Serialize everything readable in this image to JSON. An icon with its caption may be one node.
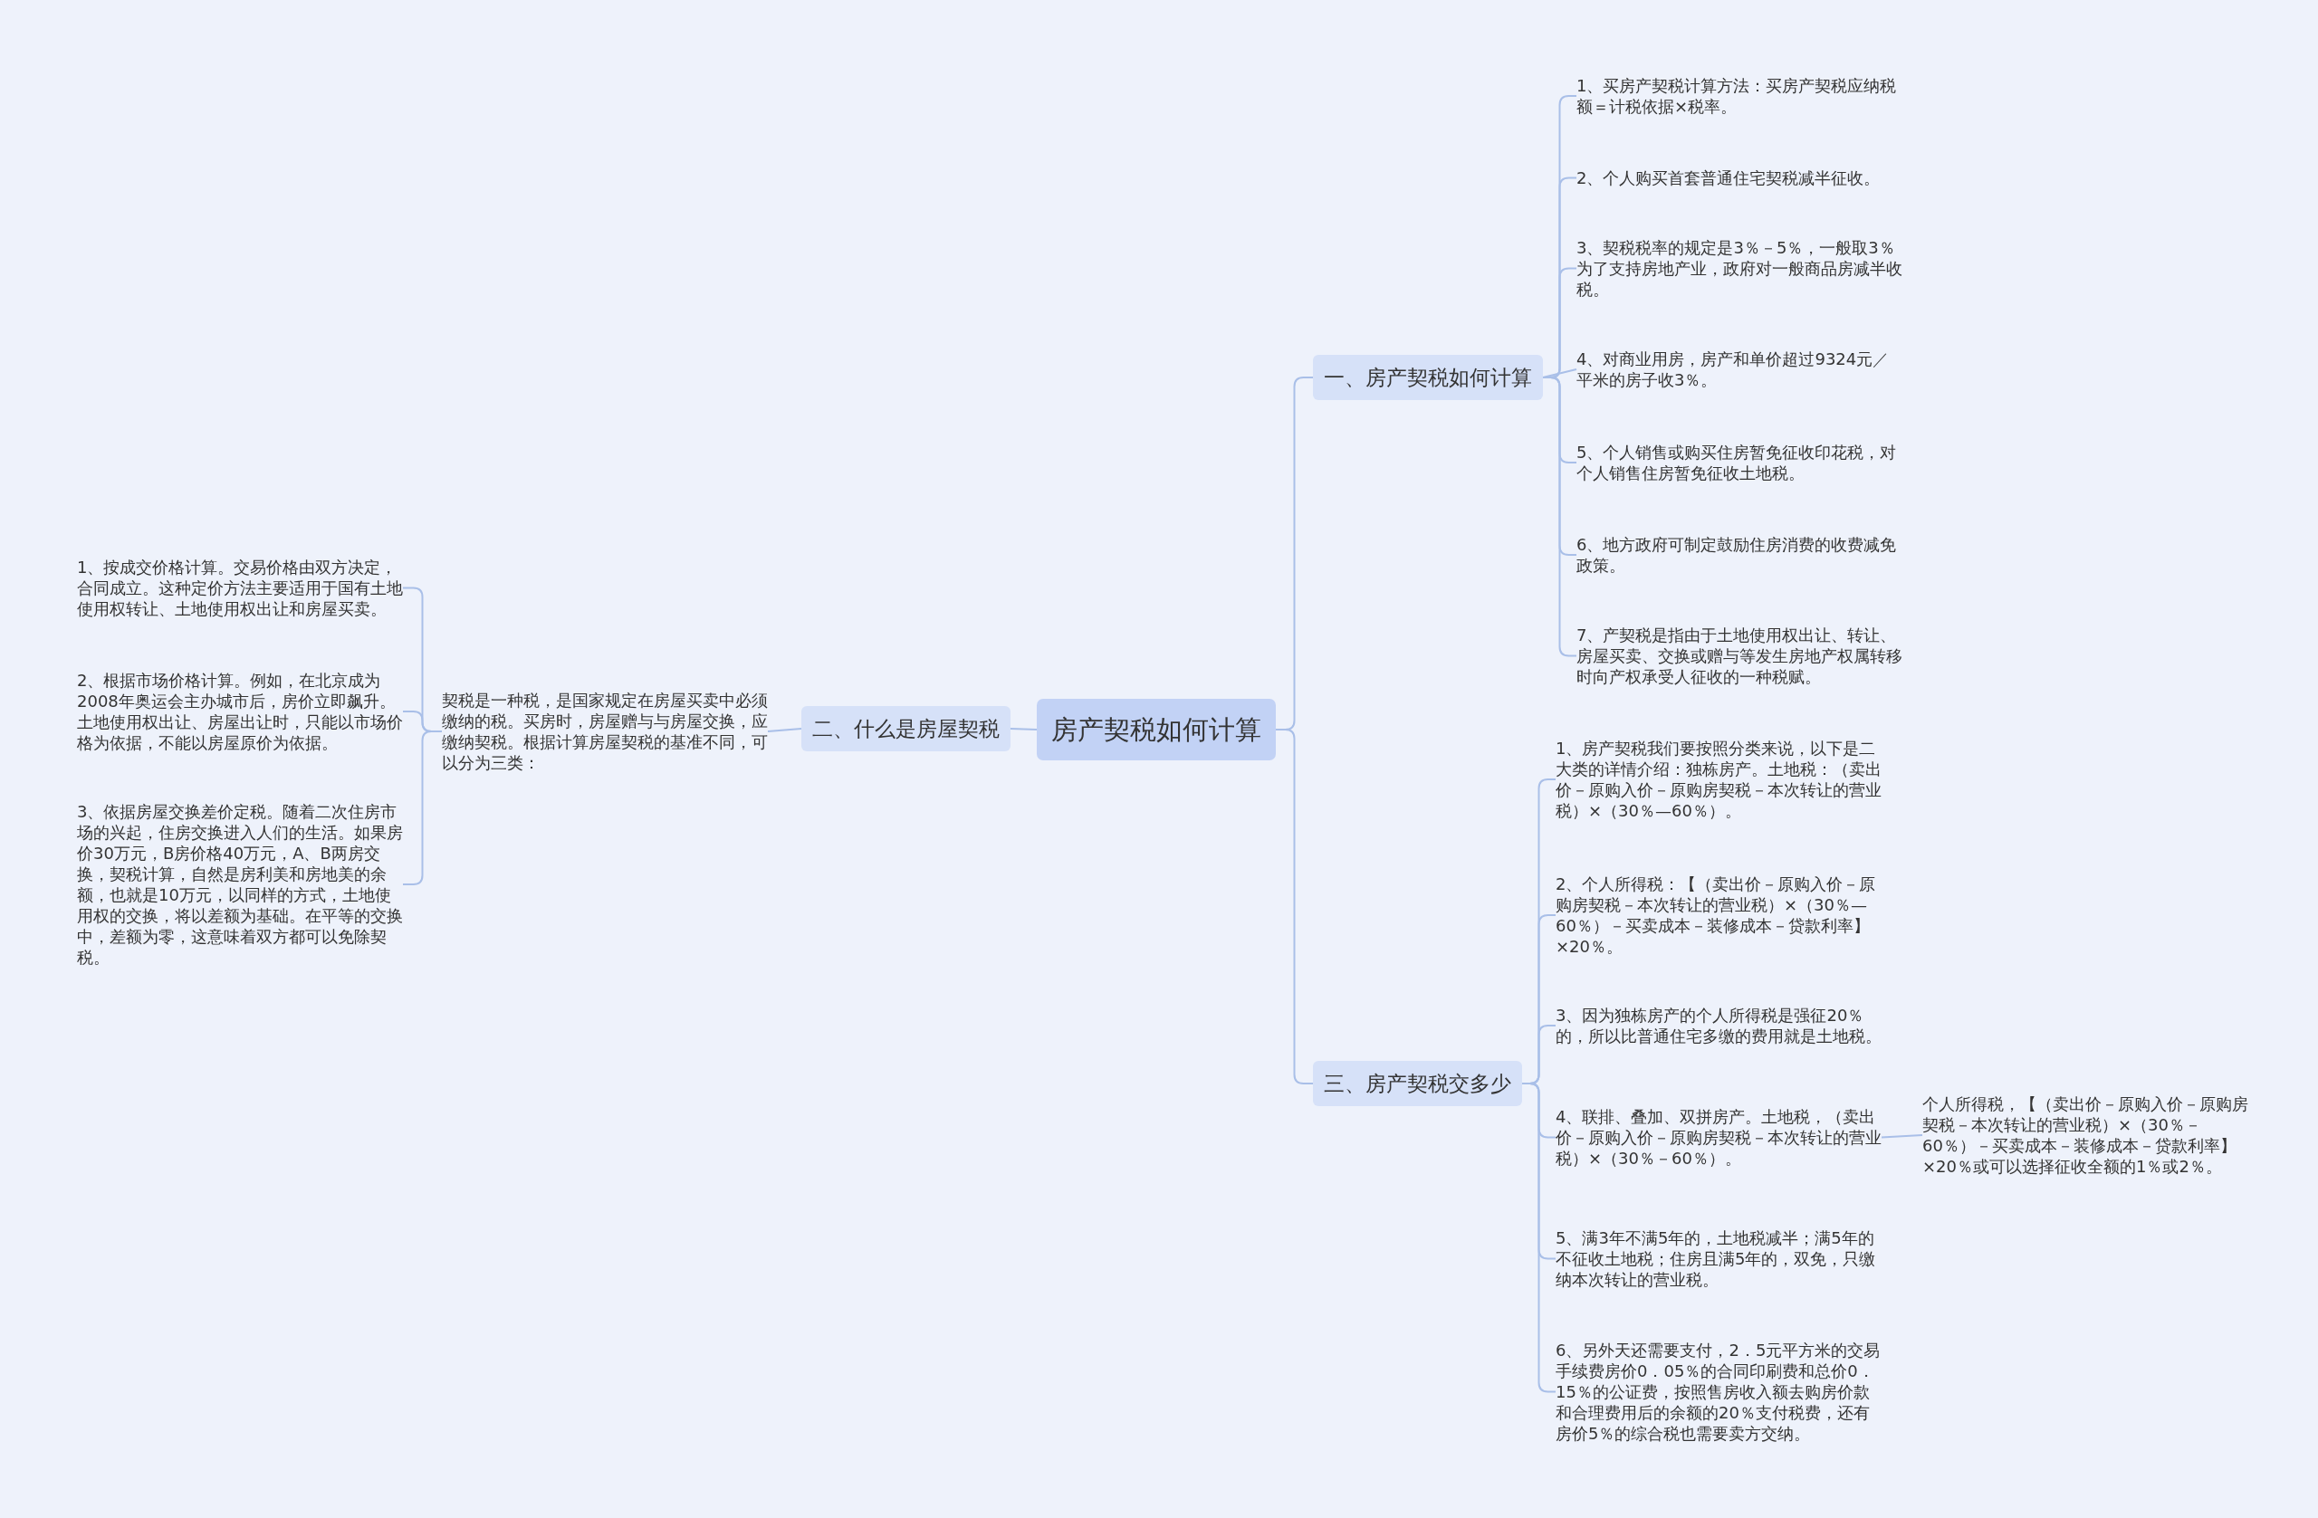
{
  "diagram": {
    "nodes": [
      {
        "text": [
          "房产契税如何计算"
        ]
      },
      {
        "text": [
          "一、房产契税如何计算"
        ]
      },
      {
        "text": [
          "1、买房产契税计算方法：买房产契税应纳税额＝计税依据×税率。"
        ]
      },
      {
        "text": [
          "2、个人购买首套普通住宅契税减半征收。"
        ]
      },
      {
        "text": [
          "3、契税税率的规定是3％－5％，一般取3％为了支持房地产业，政府对一般商品房减半收税。"
        ]
      },
      {
        "text": [
          "4、对商业用房，房产和单价超过9324元／平米的房子收3％。"
        ]
      },
      {
        "text": [
          "5、个人销售或购买住房暂免征收印花税，对个人销售住房暂免征收土地税。"
        ]
      },
      {
        "text": [
          "6、地方政府可制定鼓励住房消费的收费减免政策。"
        ]
      },
      {
        "text": [
          "7、产契税是指由于土地使用权出让、转让、房屋买卖、交换或赠与等发生房地产权属转移时向产权承受人征收的一种税赋。"
        ]
      },
      {
        "text": [
          "二、什么是房屋契税"
        ]
      },
      {
        "text": [
          "契税是一种税，是国家规定在房屋买卖中必须缴纳的税。买房时，房屋赠与与房屋交换，应缴纳契税。根据计算房屋契税的基准不同，可以分为三类："
        ]
      },
      {
        "text": [
          "1、按成交价格计算。交易价格由双方决定，合同成立。这种定价方法主要适用于国有土地使用权转让、土地使用权出让和房屋买卖。"
        ]
      },
      {
        "text": [
          "2、根据市场价格计算。例如，在北京成为2008年奥运会主办城市后，房价立即飙升。土地使用权出让、房屋出让时，只能以市场价格为依据，不能以房屋原价为依据。"
        ]
      },
      {
        "text": [
          "3、依据房屋交换差价定税。随着二次住房市场的兴起，住房交换进入人们的生活。如果房价30万元，B房价格40万元，A、B两房交换，契税计算，自然是房利美和房地美的余额，也就是10万元，以同样的方式，土地使用权的交换，将以差额为基础。在平等的交换中，差额为零，这意味着双方都可以免除契税。"
        ]
      },
      {
        "text": [
          "三、房产契税交多少"
        ]
      },
      {
        "text": [
          "1、房产契税我们要按照分类来说，以下是二大类的详情介绍：独栋房产。土地税：（卖出价－原购入价－原购房契税－本次转让的营业税）×（30％—60％）。"
        ]
      },
      {
        "text": [
          "2、个人所得税：【（卖出价－原购入价－原购房契税－本次转让的营业税）×（30％—60％）－买卖成本－装修成本－贷款利率】×20％。"
        ]
      },
      {
        "text": [
          "3、因为独栋房产的个人所得税是强征20％的，所以比普通住宅多缴的费用就是土地税。"
        ]
      },
      {
        "text": [
          "4、联排、叠加、双拼房产。土地税，（卖出价－原购入价－原购房契税－本次转让的营业税）×（30％－60％）。"
        ]
      },
      {
        "text": [
          "5、满3年不满5年的，土地税减半；满5年的不征收土地税；住房且满5年的，双免，只缴纳本次转让的营业税。"
        ]
      },
      {
        "text": [
          "6、另外天还需要支付，2．5元平方米的交易手续费房价0．05％的合同印刷费和总价0．15％的公证费，按照售房收入额去购房价款和合理费用后的余额的20％支付税费，还有房价5％的综合税也需要卖方交纳。"
        ]
      },
      {
        "text": [
          "个人所得税，【（卖出价－原购入价－原购房契税－本次转让的营业税）×（30％－60％）－买卖成本－装修成本－贷款利率】×20％或可以选择征收全额的1％或2％。"
        ]
      }
    ],
    "edges": [
      {
        "from": 0,
        "to": 1,
        "arrow": "none"
      },
      {
        "from": 1,
        "to": 2,
        "arrow": "none"
      },
      {
        "from": 1,
        "to": 3,
        "arrow": "none"
      },
      {
        "from": 1,
        "to": 4,
        "arrow": "none"
      },
      {
        "from": 1,
        "to": 5,
        "arrow": "none"
      },
      {
        "from": 1,
        "to": 6,
        "arrow": "none"
      },
      {
        "from": 1,
        "to": 7,
        "arrow": "none"
      },
      {
        "from": 1,
        "to": 8,
        "arrow": "none"
      },
      {
        "from": 0,
        "to": 9,
        "arrow": "none"
      },
      {
        "from": 9,
        "to": 10,
        "arrow": "none"
      },
      {
        "from": 10,
        "to": 11,
        "arrow": "none"
      },
      {
        "from": 10,
        "to": 12,
        "arrow": "none"
      },
      {
        "from": 10,
        "to": 13,
        "arrow": "none"
      },
      {
        "from": 0,
        "to": 14,
        "arrow": "none"
      },
      {
        "from": 14,
        "to": 15,
        "arrow": "none"
      },
      {
        "from": 14,
        "to": 16,
        "arrow": "none"
      },
      {
        "from": 14,
        "to": 17,
        "arrow": "none"
      },
      {
        "from": 14,
        "to": 18,
        "arrow": "none"
      },
      {
        "from": 14,
        "to": 19,
        "arrow": "none"
      },
      {
        "from": 14,
        "to": 20,
        "arrow": "none"
      },
      {
        "from": 18,
        "to": 21,
        "arrow": "none"
      }
    ]
  }
}
